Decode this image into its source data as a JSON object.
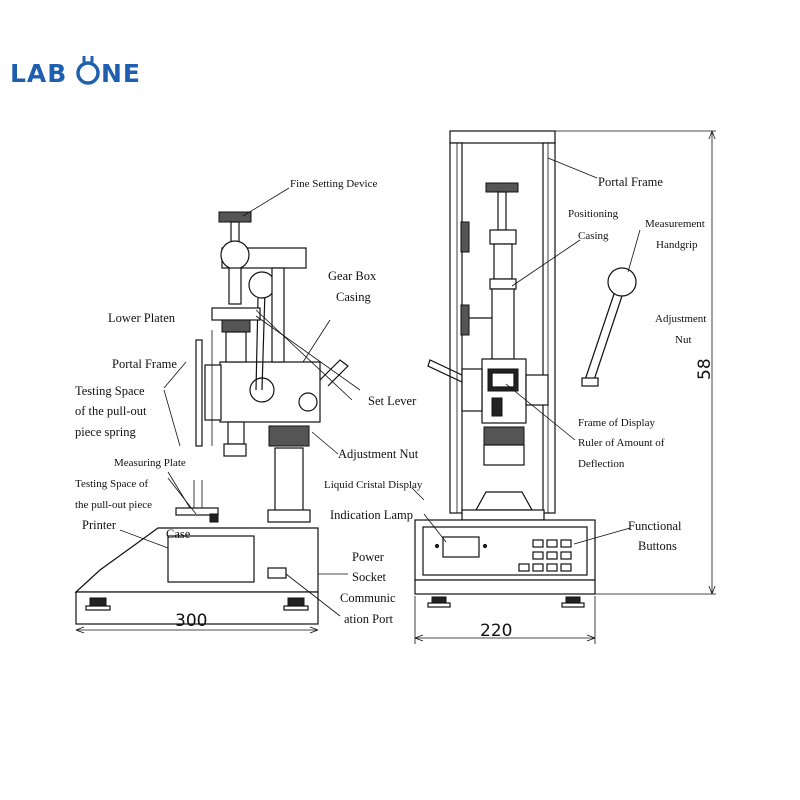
{
  "brand": {
    "logo_text": "LAB NE",
    "logo_o": "O"
  },
  "left_labels": {
    "fine_setting": "Fine Setting Device",
    "gear_box_1": "Gear Box",
    "gear_box_2": "Casing",
    "lower_platen": "Lower Platen",
    "portal_frame": "Portal Frame",
    "testing_spring_1": "Testing  Space",
    "testing_spring_2": "of  the  pull-out",
    "testing_spring_3": "piece spring",
    "set_lever": "Set Lever",
    "adjustment_nut": "Adjustment Nut",
    "measuring_plate": "Measuring Plate",
    "testing_piece_1": "Testing  Space  of",
    "testing_piece_2": "the pull-out piece",
    "printer": "Printer",
    "case": "Case",
    "power_1": "Power",
    "power_2": "Socket",
    "comm_1": "Communic",
    "comm_2": "ation Port",
    "dim_300": "300"
  },
  "right_labels": {
    "portal_frame": "Portal Frame",
    "positioning_1": "Positioning",
    "positioning_2": "Casing",
    "measurement_1": "Measurement",
    "measurement_2": "Handgrip",
    "adjustment_1": "Adjustment",
    "adjustment_2": "Nut",
    "frame_display_1": "Frame    of    Display",
    "frame_display_2": "Ruler  of  Amount  of",
    "frame_display_3": "Deflection",
    "lcd": "Liquid Cristal Display",
    "indication_lamp": "Indication Lamp",
    "functional_1": "Functional",
    "functional_2": "Buttons",
    "dim_220": "220",
    "dim_58": "58"
  }
}
